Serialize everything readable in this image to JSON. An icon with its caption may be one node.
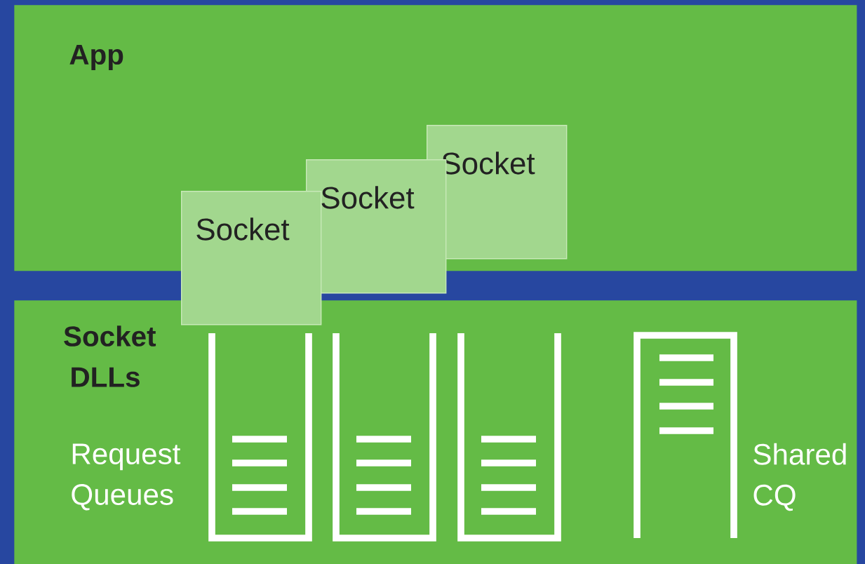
{
  "diagram": {
    "nodes": [
      {
        "text": [
          "App"
        ]
      },
      {
        "text": [
          "Socket DLLs"
        ]
      },
      {
        "text": [
          "Socket"
        ]
      },
      {
        "text": [
          "Socket"
        ]
      },
      {
        "text": [
          "Socket"
        ],
        "in": 0
      }
    ],
    "labels": [
      "Request Queues",
      "Shared CQ"
    ]
  }
}
